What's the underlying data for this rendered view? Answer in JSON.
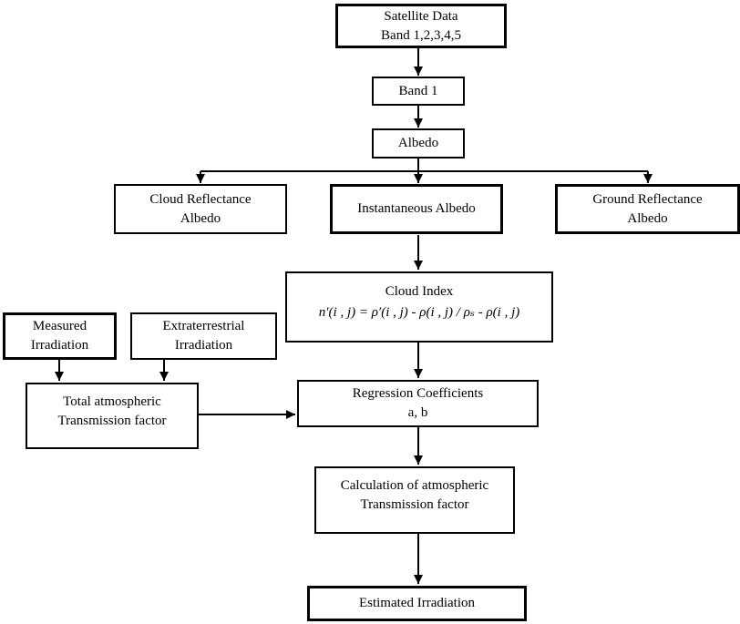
{
  "diagram": {
    "title": "Satellite-based irradiation estimation flowchart",
    "background_color": "#ffffff",
    "line_color": "#000000",
    "nodes": {
      "satellite_data": {
        "label": "Satellite Data\nBand 1,2,3,4,5"
      },
      "band_1": {
        "label": "Band 1"
      },
      "albedo": {
        "label": "Albedo"
      },
      "cloud_reflectance_albedo": {
        "label": "Cloud Reflectance\nAlbedo"
      },
      "instantaneous_albedo": {
        "label": "Instantaneous Albedo"
      },
      "ground_reflectance_albedo": {
        "label": "Ground Reflectance\nAlbedo"
      },
      "cloud_index": {
        "title": "Cloud Index",
        "formula": "n′(i , j) = ρ′(i , j) - ρ(i , j) / ρₛ - ρ(i , j)"
      },
      "measured_irradiation": {
        "label": "Measured\nIrradiation"
      },
      "extraterrestrial_irradiation": {
        "label": "Extraterrestrial\nIrradiation"
      },
      "total_atmospheric_transmission": {
        "label": "Total atmospheric\nTransmission factor"
      },
      "regression_coefficients": {
        "label": "Regression Coefficients\na, b"
      },
      "calculation_atmospheric_transmission": {
        "label": "Calculation of atmospheric\nTransmission factor"
      },
      "estimated_irradiation": {
        "label": "Estimated Irradiation"
      }
    }
  }
}
